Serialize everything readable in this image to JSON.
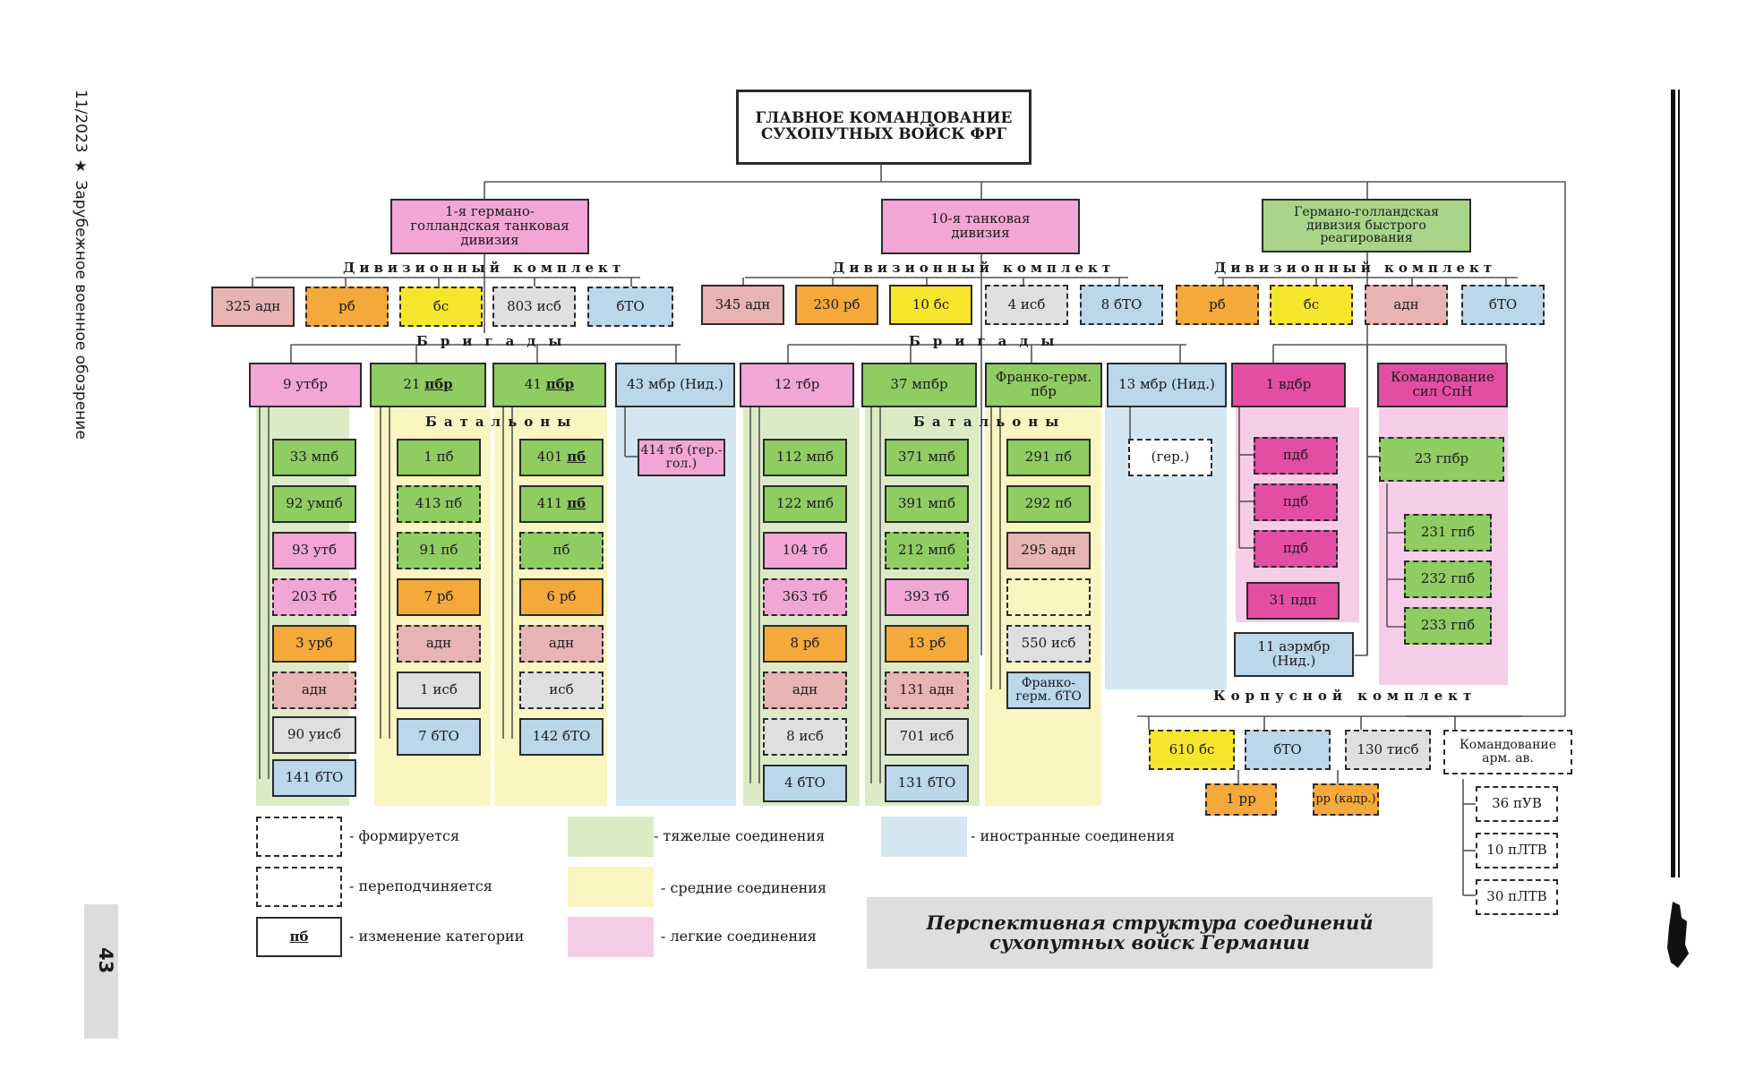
{
  "margin": {
    "running_head": "11/2023 ★ Зарубежное военное обозрение",
    "page_number": "43"
  },
  "hq": {
    "line1": "ГЛАВНОЕ КОМАНДОВАНИЕ",
    "line2": "СУХОПУТНЫХ ВОЙСК ФРГ"
  },
  "divisions": [
    {
      "name": "1-я германо-голландская танковая дивизия"
    },
    {
      "name": "10-я танковая дивизия"
    },
    {
      "name": "Германо-голландская дивизия быстрого реагирования"
    }
  ],
  "section_labels": {
    "divisional": "Дивизионный комплект",
    "brigades": "Бригады",
    "battalions": "Батальоны",
    "corps": "Корпусной комплект"
  },
  "div1_units": [
    "325 адн",
    "рб",
    "бс",
    "803 исб",
    "бТО"
  ],
  "div10_units": [
    "345 адн",
    "230 рб",
    "10 бс",
    "4 исб",
    "8 бТО"
  ],
  "div3_units": [
    "рб",
    "бс",
    "адн",
    "бТО"
  ],
  "brigades": [
    {
      "name": "9 утбр"
    },
    {
      "name": "21 ",
      "u": "пбр"
    },
    {
      "name": "41 ",
      "u": "пбр"
    },
    {
      "name": "43 мбр (Нид.)"
    },
    {
      "name": "12 тбр"
    },
    {
      "name": "37 мпбр"
    },
    {
      "name": "Франко-герм. пбр"
    },
    {
      "name": "13 мбр (Нид.)"
    },
    {
      "name": "1 вдбр"
    },
    {
      "name": "Командование сил СпН"
    }
  ],
  "col_9utbr": [
    "33 мпб",
    "92 умпб",
    "93 утб",
    "203 тб",
    "3 урб",
    "адн",
    "90 уисб",
    "141 бТО"
  ],
  "col_21pbr": [
    "1 пб",
    "413 пб",
    "91 пб",
    "7 рб",
    "адн",
    "1 исб",
    "7 бТО"
  ],
  "col_41pbr": [
    "401 ",
    "411 ",
    "пб",
    "6 рб",
    "адн",
    "исб",
    "142 бТО"
  ],
  "col_41pbr_u": [
    "пб",
    "пб"
  ],
  "col_43mbr": [
    "414 тб (гер.-гол.)"
  ],
  "col_12tbr": [
    "112 мпб",
    "122 мпб",
    "104 тб",
    "363 тб",
    "8 рб",
    "адн",
    "8 исб",
    "4 бТО"
  ],
  "col_37mpbr": [
    "371 мпб",
    "391 мпб",
    "212 мпб",
    "393 тб",
    "13 рб",
    "131 адн",
    "701 исб",
    "131 бТО"
  ],
  "col_fg": [
    "291 пб",
    "292 пб",
    "295 адн",
    "",
    "550 исб",
    "Франко-герм. бТО"
  ],
  "col_13mbr": [
    "(гер.)"
  ],
  "col_vdbr": [
    "пдб",
    "пдб",
    "пдб",
    "31 пдп",
    "11 аэрмбр (Нид.)"
  ],
  "col_spn": [
    "23 гпбр",
    "231 гпб",
    "232 гпб",
    "233 гпб"
  ],
  "corps_units": [
    "610 бс",
    "бТО",
    "130 тисб",
    "Командование арм. ав.",
    "1 рр",
    "рр (кадр.)"
  ],
  "army_aviation": [
    "36 пУВ",
    "10 пЛТВ",
    "30 пЛТВ"
  ],
  "legend": {
    "forming": "- формируется",
    "resubordinated": "- переподчиняется",
    "category_change": "- изменение категории",
    "category_sample": "пб",
    "heavy": "- тяжелые соединения",
    "medium": "- средние соединения",
    "light": "- легкие соединения",
    "foreign": "- иностранные соединения"
  },
  "caption": {
    "line1": "Перспективная структура соединений",
    "line2": "сухопутных войск Германии"
  },
  "colors": {
    "heavy": "#dcebc6",
    "medium": "#fbf5c2",
    "light": "#f6cde8",
    "foreign": "#d3e6f2"
  }
}
